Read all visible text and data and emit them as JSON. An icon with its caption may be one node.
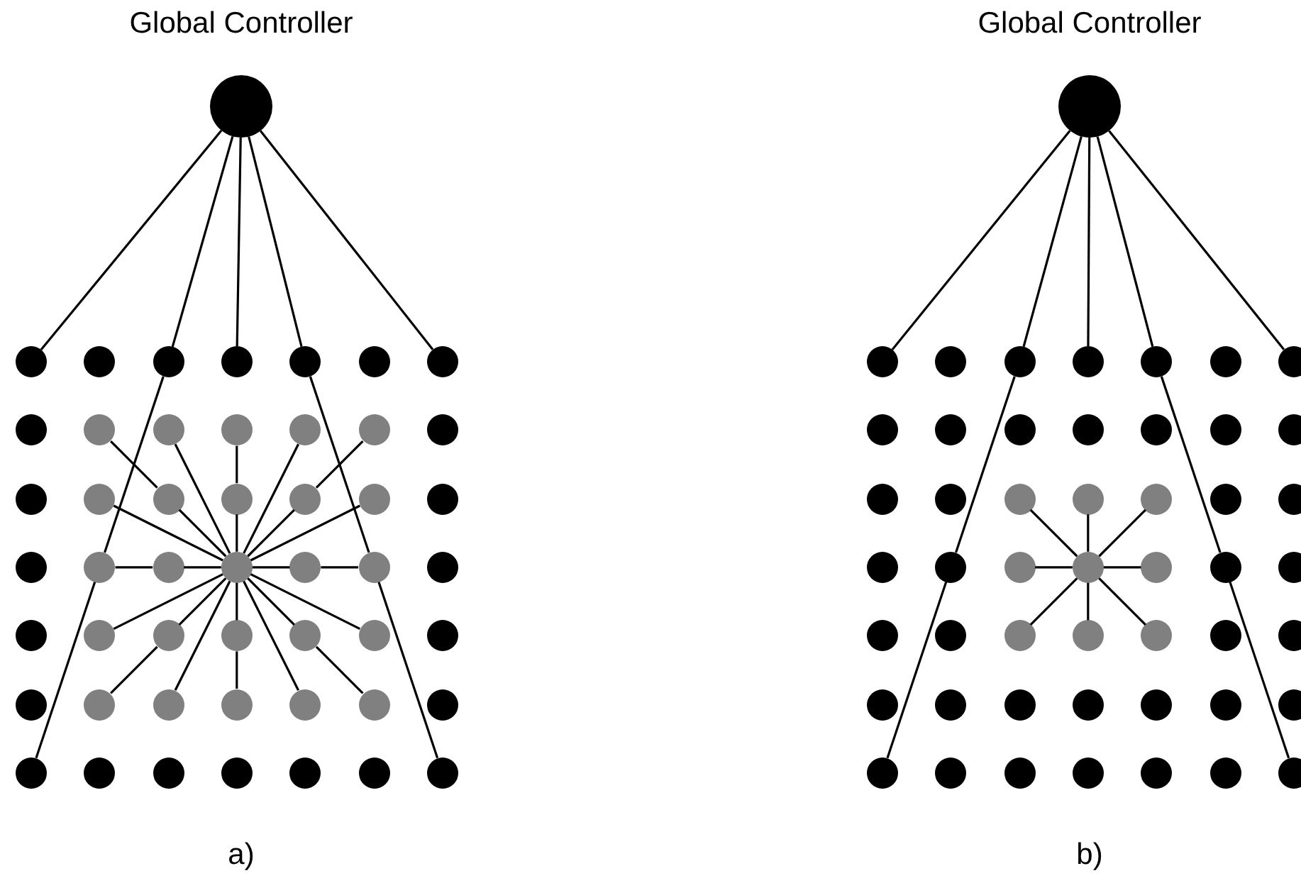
{
  "diagram": {
    "nodes": [
      {
        "text": [
          "Global Controller"
        ]
      },
      {
        "text": [],
        "shape": "circle"
      },
      {
        "text": [],
        "shape": "circle"
      },
      {
        "text": [],
        "shape": "circle"
      },
      {
        "text": [],
        "shape": "circle"
      },
      {
        "text": [],
        "shape": "circle"
      },
      {
        "text": [],
        "shape": "circle"
      },
      {
        "text": [],
        "shape": "circle"
      },
      {
        "text": [],
        "shape": "circle"
      },
      {
        "text": [],
        "shape": "circle"
      },
      {
        "text": [],
        "shape": "circle"
      },
      {
        "text": [],
        "shape": "circle"
      },
      {
        "text": [],
        "shape": "circle"
      },
      {
        "text": [],
        "shape": "circle"
      },
      {
        "text": [],
        "shape": "circle"
      },
      {
        "text": [],
        "shape": "circle"
      },
      {
        "text": [],
        "shape": "circle"
      },
      {
        "text": [],
        "shape": "circle"
      },
      {
        "text": [],
        "shape": "circle"
      },
      {
        "text": [],
        "shape": "circle"
      },
      {
        "text": [],
        "shape": "circle"
      },
      {
        "text": [],
        "shape": "circle"
      },
      {
        "text": [],
        "shape": "circle"
      },
      {
        "text": [],
        "shape": "circle"
      },
      {
        "text": [],
        "shape": "circle"
      },
      {
        "text": [],
        "shape": "circle"
      },
      {
        "text": [],
        "shape": "circle"
      },
      {
        "text": [],
        "shape": "circle"
      },
      {
        "text": [],
        "shape": "circle"
      },
      {
        "text": [],
        "shape": "circle"
      },
      {
        "text": [],
        "shape": "circle"
      },
      {
        "text": [],
        "shape": "circle"
      },
      {
        "text": [],
        "shape": "circle"
      },
      {
        "text": [],
        "shape": "circle"
      },
      {
        "text": [],
        "shape": "circle"
      },
      {
        "text": [],
        "shape": "circle"
      },
      {
        "text": [],
        "shape": "circle"
      },
      {
        "text": [],
        "shape": "circle"
      },
      {
        "text": [],
        "shape": "circle"
      },
      {
        "text": [],
        "shape": "circle"
      },
      {
        "text": [],
        "shape": "circle"
      },
      {
        "text": [],
        "shape": "circle"
      },
      {
        "text": [],
        "shape": "circle"
      },
      {
        "text": [],
        "shape": "circle"
      },
      {
        "text": [],
        "shape": "circle"
      },
      {
        "text": [],
        "shape": "circle"
      },
      {
        "text": [],
        "shape": "circle"
      },
      {
        "text": [],
        "shape": "circle"
      },
      {
        "text": [],
        "shape": "circle"
      },
      {
        "text": [],
        "shape": "circle"
      },
      {
        "text": [
          "Global Controller"
        ]
      },
      {
        "text": [],
        "shape": "circle"
      },
      {
        "text": [],
        "shape": "circle"
      },
      {
        "text": [],
        "shape": "circle"
      },
      {
        "text": [],
        "shape": "circle"
      },
      {
        "text": [],
        "shape": "circle"
      },
      {
        "text": [],
        "shape": "circle"
      },
      {
        "text": [],
        "shape": "circle"
      },
      {
        "text": [],
        "shape": "circle"
      },
      {
        "text": [],
        "shape": "circle"
      },
      {
        "text": [],
        "shape": "circle"
      },
      {
        "text": [],
        "shape": "circle"
      },
      {
        "text": [],
        "shape": "circle"
      },
      {
        "text": [],
        "shape": "circle"
      },
      {
        "text": [],
        "shape": "circle"
      },
      {
        "text": [],
        "shape": "circle"
      },
      {
        "text": [],
        "shape": "circle"
      },
      {
        "text": [],
        "shape": "circle"
      },
      {
        "text": [],
        "shape": "circle"
      },
      {
        "text": [],
        "shape": "circle"
      },
      {
        "text": [],
        "shape": "circle"
      },
      {
        "text": [],
        "shape": "circle"
      },
      {
        "text": [],
        "shape": "circle"
      },
      {
        "text": [],
        "shape": "circle"
      },
      {
        "text": [],
        "shape": "circle"
      },
      {
        "text": [],
        "shape": "circle"
      },
      {
        "text": [],
        "shape": "circle"
      },
      {
        "text": [],
        "shape": "circle"
      },
      {
        "text": [],
        "shape": "circle"
      },
      {
        "text": [],
        "shape": "circle"
      },
      {
        "text": [],
        "shape": "circle"
      },
      {
        "text": [],
        "shape": "circle"
      },
      {
        "text": [],
        "shape": "circle"
      },
      {
        "text": [],
        "shape": "circle"
      },
      {
        "text": [],
        "shape": "circle"
      },
      {
        "text": [],
        "shape": "circle"
      },
      {
        "text": [],
        "shape": "circle"
      },
      {
        "text": [],
        "shape": "circle"
      },
      {
        "text": [],
        "shape": "circle"
      },
      {
        "text": [],
        "shape": "circle"
      },
      {
        "text": [],
        "shape": "circle"
      },
      {
        "text": [],
        "shape": "circle"
      },
      {
        "text": [],
        "shape": "circle"
      },
      {
        "text": [],
        "shape": "circle"
      },
      {
        "text": [],
        "shape": "circle"
      },
      {
        "text": [],
        "shape": "circle"
      },
      {
        "text": [],
        "shape": "circle"
      },
      {
        "text": [],
        "shape": "circle"
      },
      {
        "text": [],
        "shape": "circle"
      },
      {
        "text": [],
        "shape": "circle"
      }
    ],
    "edges": [
      {
        "from": 0,
        "to": 1,
        "arrow": "none"
      },
      {
        "from": 0,
        "to": 3,
        "arrow": "none"
      },
      {
        "from": 3,
        "to": 23,
        "arrow": "none"
      },
      {
        "from": 23,
        "to": 43,
        "arrow": "none"
      },
      {
        "from": 0,
        "to": 4,
        "arrow": "none"
      },
      {
        "from": 0,
        "to": 5,
        "arrow": "none"
      },
      {
        "from": 5,
        "to": 27,
        "arrow": "none"
      },
      {
        "from": 27,
        "to": 49,
        "arrow": "none"
      },
      {
        "from": 0,
        "to": 7,
        "arrow": "none"
      },
      {
        "from": 25,
        "to": 17,
        "arrow": "none"
      },
      {
        "from": 17,
        "to": 9,
        "arrow": "none"
      },
      {
        "from": 25,
        "to": 10,
        "arrow": "none"
      },
      {
        "from": 25,
        "to": 18,
        "arrow": "none"
      },
      {
        "from": 18,
        "to": 11,
        "arrow": "none"
      },
      {
        "from": 25,
        "to": 12,
        "arrow": "none"
      },
      {
        "from": 25,
        "to": 19,
        "arrow": "none"
      },
      {
        "from": 19,
        "to": 13,
        "arrow": "none"
      },
      {
        "from": 25,
        "to": 20,
        "arrow": "none"
      },
      {
        "from": 25,
        "to": 26,
        "arrow": "none"
      },
      {
        "from": 26,
        "to": 27,
        "arrow": "none"
      },
      {
        "from": 25,
        "to": 34,
        "arrow": "none"
      },
      {
        "from": 25,
        "to": 33,
        "arrow": "none"
      },
      {
        "from": 33,
        "to": 41,
        "arrow": "none"
      },
      {
        "from": 25,
        "to": 40,
        "arrow": "none"
      },
      {
        "from": 25,
        "to": 32,
        "arrow": "none"
      },
      {
        "from": 32,
        "to": 39,
        "arrow": "none"
      },
      {
        "from": 25,
        "to": 38,
        "arrow": "none"
      },
      {
        "from": 25,
        "to": 31,
        "arrow": "none"
      },
      {
        "from": 31,
        "to": 37,
        "arrow": "none"
      },
      {
        "from": 25,
        "to": 30,
        "arrow": "none"
      },
      {
        "from": 25,
        "to": 24,
        "arrow": "none"
      },
      {
        "from": 24,
        "to": 23,
        "arrow": "none"
      },
      {
        "from": 25,
        "to": 16,
        "arrow": "none"
      },
      {
        "from": 50,
        "to": 51,
        "arrow": "none"
      },
      {
        "from": 50,
        "to": 53,
        "arrow": "none"
      },
      {
        "from": 53,
        "to": 73,
        "arrow": "none"
      },
      {
        "from": 73,
        "to": 93,
        "arrow": "none"
      },
      {
        "from": 50,
        "to": 54,
        "arrow": "none"
      },
      {
        "from": 50,
        "to": 55,
        "arrow": "none"
      },
      {
        "from": 55,
        "to": 77,
        "arrow": "none"
      },
      {
        "from": 77,
        "to": 99,
        "arrow": "none"
      },
      {
        "from": 50,
        "to": 57,
        "arrow": "none"
      },
      {
        "from": 75,
        "to": 67,
        "arrow": "none"
      },
      {
        "from": 75,
        "to": 68,
        "arrow": "none"
      },
      {
        "from": 75,
        "to": 69,
        "arrow": "none"
      },
      {
        "from": 75,
        "to": 76,
        "arrow": "none"
      },
      {
        "from": 75,
        "to": 83,
        "arrow": "none"
      },
      {
        "from": 75,
        "to": 82,
        "arrow": "none"
      },
      {
        "from": 75,
        "to": 81,
        "arrow": "none"
      },
      {
        "from": 75,
        "to": 74,
        "arrow": "none"
      }
    ],
    "labels": [
      "a)",
      "b)"
    ]
  }
}
